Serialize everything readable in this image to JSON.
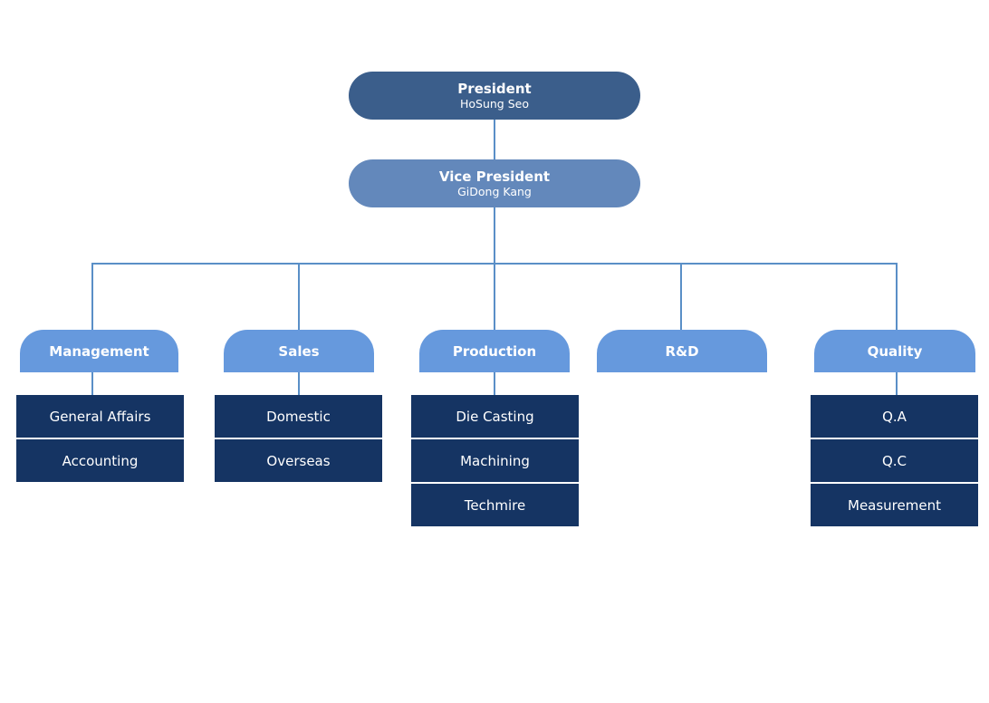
{
  "colors": {
    "president_fill": "#3b5e8b",
    "vice_president_fill": "#6388bb",
    "department_fill": "#6699dd",
    "team_fill": "#153463",
    "connector": "#5a8fc7",
    "text": "#ffffff"
  },
  "president": {
    "title": "President",
    "name": "HoSung Seo"
  },
  "vice_president": {
    "title": "Vice President",
    "name": "GiDong Kang"
  },
  "departments": [
    {
      "id": "management",
      "label": "Management",
      "teams": [
        "General Affairs",
        "Accounting"
      ]
    },
    {
      "id": "sales",
      "label": "Sales",
      "teams": [
        "Domestic",
        "Overseas"
      ]
    },
    {
      "id": "production",
      "label": "Production",
      "teams": [
        "Die Casting",
        "Machining",
        "Techmire"
      ]
    },
    {
      "id": "rnd",
      "label": "R&D",
      "teams": []
    },
    {
      "id": "quality",
      "label": "Quality",
      "teams": [
        "Q.A",
        "Q.C",
        "Measurement"
      ]
    }
  ]
}
